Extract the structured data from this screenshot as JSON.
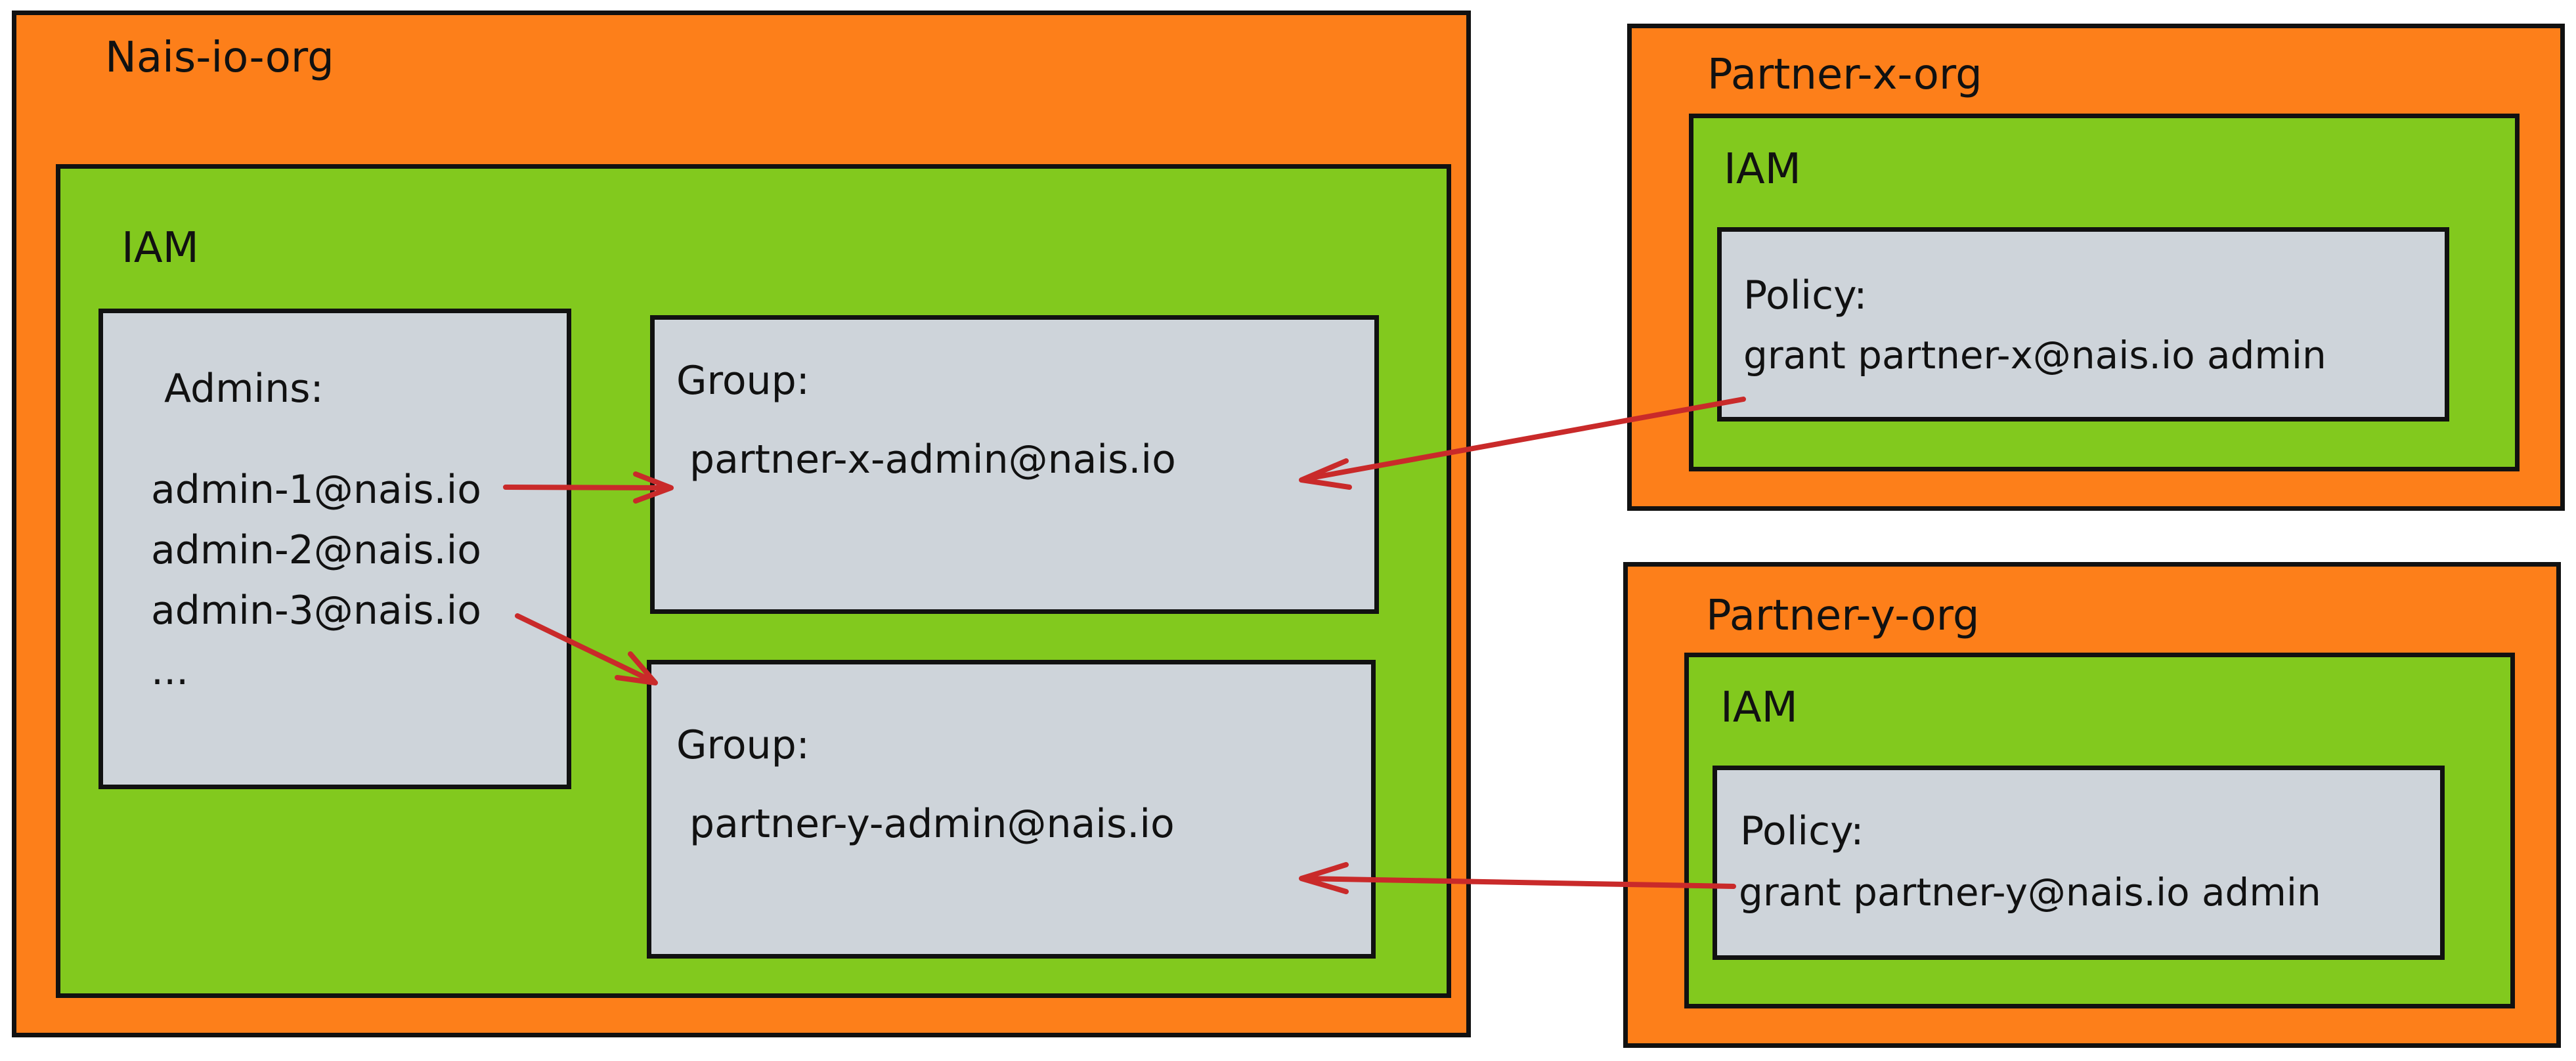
{
  "colors": {
    "org": "#fd7f1a",
    "iam": "#82c91e",
    "card": "#ced4da",
    "outline": "#111111",
    "arrow": "#c92a2a"
  },
  "nais_org": {
    "title": "Nais-io-org",
    "iam": {
      "title": "IAM",
      "admins": {
        "heading": "Admins:",
        "items": [
          "admin-1@nais.io",
          "admin-2@nais.io",
          "admin-3@nais.io",
          "..."
        ]
      },
      "group_x": {
        "heading": "Group:",
        "name": "partner-x-admin@nais.io"
      },
      "group_y": {
        "heading": "Group:",
        "name": "partner-y-admin@nais.io"
      }
    }
  },
  "partner_x_org": {
    "title": "Partner-x-org",
    "iam": {
      "title": "IAM",
      "policy": {
        "heading": "Policy:",
        "grant": "grant partner-x@nais.io admin"
      }
    }
  },
  "partner_y_org": {
    "title": "Partner-y-org",
    "iam": {
      "title": "IAM",
      "policy": {
        "heading": "Policy:",
        "grant": "grant partner-y@nais.io admin"
      }
    }
  }
}
